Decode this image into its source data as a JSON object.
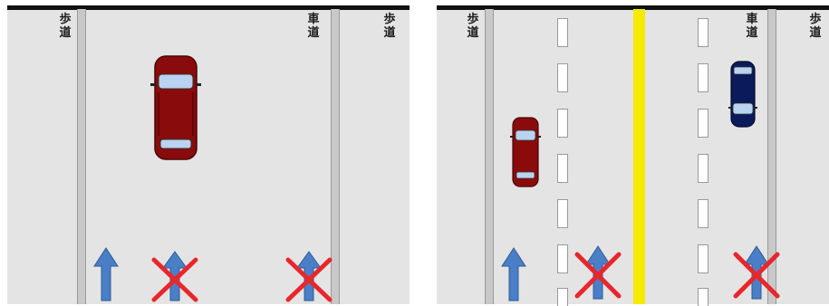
{
  "left_panel": {
    "labels": {
      "sidewalk_left": "歩道",
      "roadway": "車道",
      "sidewalk_right": "歩道"
    }
  },
  "right_panel": {
    "labels": {
      "sidewalk_left": "歩道",
      "roadway": "車道",
      "sidewalk_right": "歩道"
    }
  },
  "colors": {
    "road": "#e4e4e4",
    "curb": "#c8c8c8",
    "center_line": "#f5ea00",
    "arrow": "#4a7fc8",
    "cross": "#e8262b",
    "red_car": "#8a0b0b",
    "blue_car": "#0b1a5a"
  },
  "icons": [
    "car-icon",
    "up-arrow-icon",
    "prohibited-cross-icon"
  ]
}
